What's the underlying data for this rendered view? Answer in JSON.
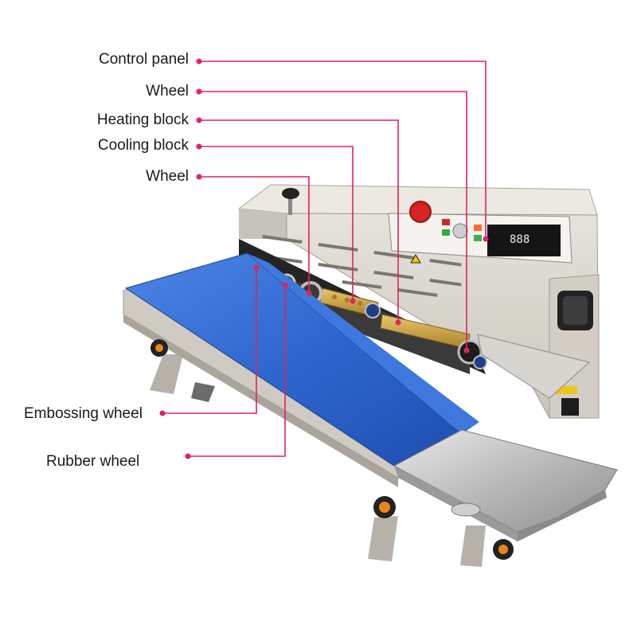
{
  "diagram": {
    "accent_color": "#e0245e",
    "callouts": [
      {
        "id": "control-panel",
        "label": "Control panel"
      },
      {
        "id": "wheel-top",
        "label": "Wheel"
      },
      {
        "id": "heating-block",
        "label": "Heating block"
      },
      {
        "id": "cooling-block",
        "label": "Cooling block"
      },
      {
        "id": "wheel-lower",
        "label": "Wheel"
      },
      {
        "id": "embossing-wheel",
        "label": "Embossing wheel"
      },
      {
        "id": "rubber-wheel",
        "label": "Rubber wheel"
      }
    ],
    "machine": {
      "display_readout": "888",
      "belt_color": "#2f6fd6",
      "body_color": "#d8d4cc",
      "knob_color": "#e8861a",
      "stop_button_color": "#d8231f"
    }
  }
}
